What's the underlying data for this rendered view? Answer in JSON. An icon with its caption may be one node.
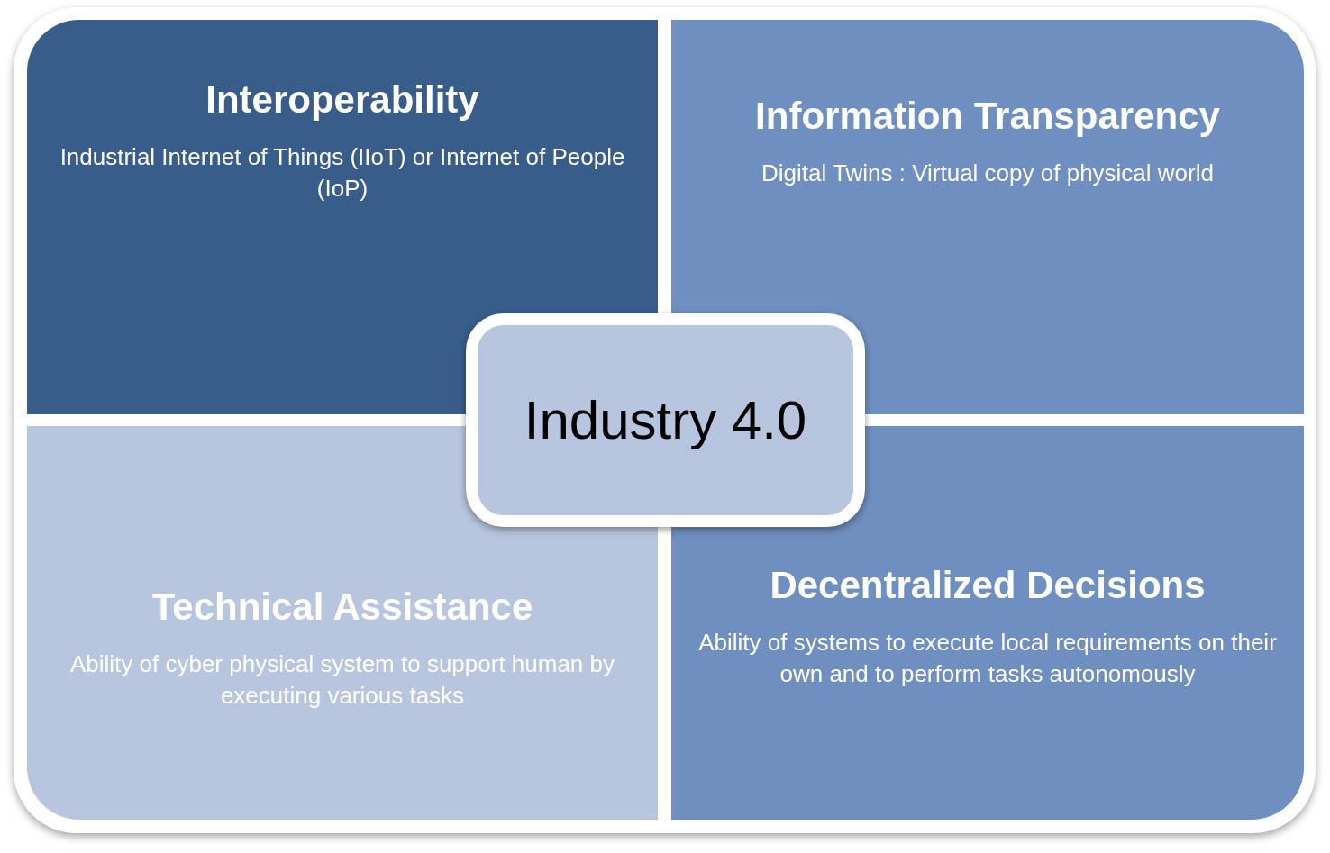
{
  "diagram": {
    "nodes": [
      {
        "text": [
          "Interoperability",
          "Industrial Internet of Things (IIoT) or Internet of People (IoP)"
        ]
      },
      {
        "text": [
          "Information Transparency",
          "Digital Twins : Virtual copy of physical world"
        ]
      },
      {
        "text": [
          "Industry 4.0"
        ]
      },
      {
        "text": [
          "Technical Assistance",
          "Ability of cyber physical system to support human by executing various tasks"
        ]
      },
      {
        "text": [
          "Decentralized Decisions",
          "Ability of systems to execute local requirements on their own and to perform tasks autonomously"
        ]
      }
    ]
  }
}
